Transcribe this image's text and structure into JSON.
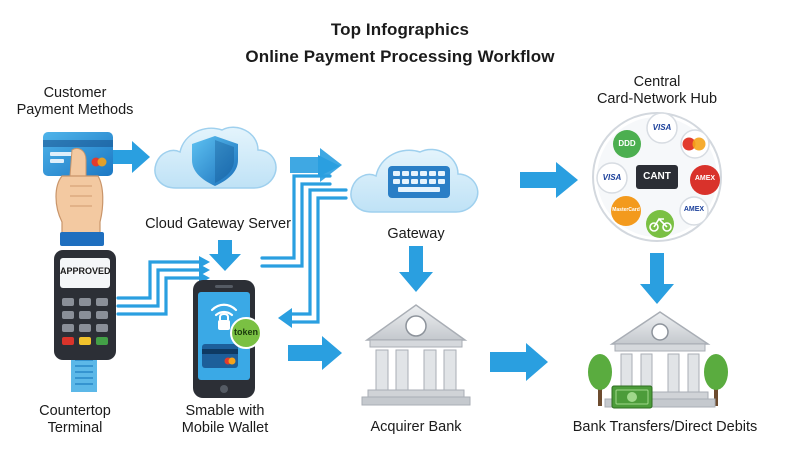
{
  "header": {
    "title": "Top Infographics",
    "subtitle": "Online Payment Processing Workflow"
  },
  "labels": {
    "customer_line1": "Customer",
    "customer_line2": "Payment Methods",
    "cloud_gateway": "Cloud Gateway Server",
    "gateway": "Gateway",
    "hub_line1": "Central",
    "hub_line2": "Card-Network Hub",
    "terminal_line1": "Countertop",
    "terminal_line2": "Terminal",
    "wallet_line1": "Smable with",
    "wallet_line2": "Mobile Wallet",
    "acquirer": "Acquirer Bank",
    "transfers": "Bank Transfers/Direct Debits"
  },
  "terminal": {
    "screen_text": "APPROVED"
  },
  "phone": {
    "token_text": "token"
  },
  "hub": {
    "center_text": "CANT",
    "brands": {
      "top": "VISA",
      "left": "VISA",
      "right_upper": "AMEX",
      "right_lower": "AMEX",
      "bottom_left": "MasterCard",
      "upper_left": "DDD"
    }
  },
  "colors": {
    "arrow": "#2a9fe0",
    "cloud": "#cfe9f8",
    "bank": "#c9ccd1",
    "dark": "#2c2f36"
  }
}
